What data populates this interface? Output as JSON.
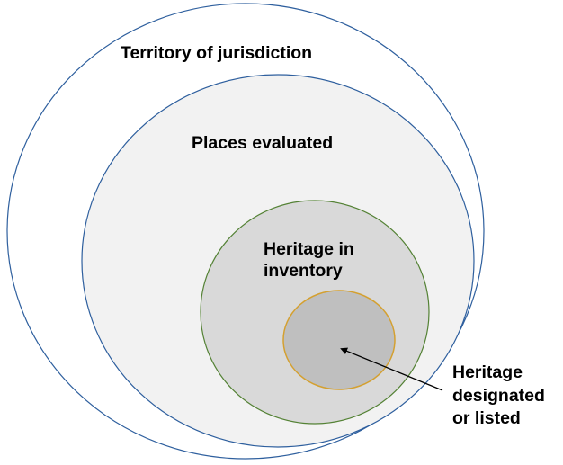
{
  "diagram": {
    "type": "nested-sets",
    "sets": [
      {
        "id": "territory",
        "label": "Territory of jurisdiction",
        "fill": "#ffffff",
        "stroke": "#2e5f9e"
      },
      {
        "id": "places",
        "label": "Places evaluated",
        "fill": "#f2f2f2",
        "stroke": "#2e5f9e"
      },
      {
        "id": "inventory",
        "label_lines": [
          "Heritage in",
          "inventory"
        ],
        "fill": "#d9d9d9",
        "stroke": "#548235"
      },
      {
        "id": "designated",
        "label_lines": [
          "Heritage",
          "designated",
          "or listed"
        ],
        "fill": "#bfbfbf",
        "stroke": "#d4a030",
        "label_placement": "outside-callout"
      }
    ],
    "arrow_color": "#000000"
  }
}
